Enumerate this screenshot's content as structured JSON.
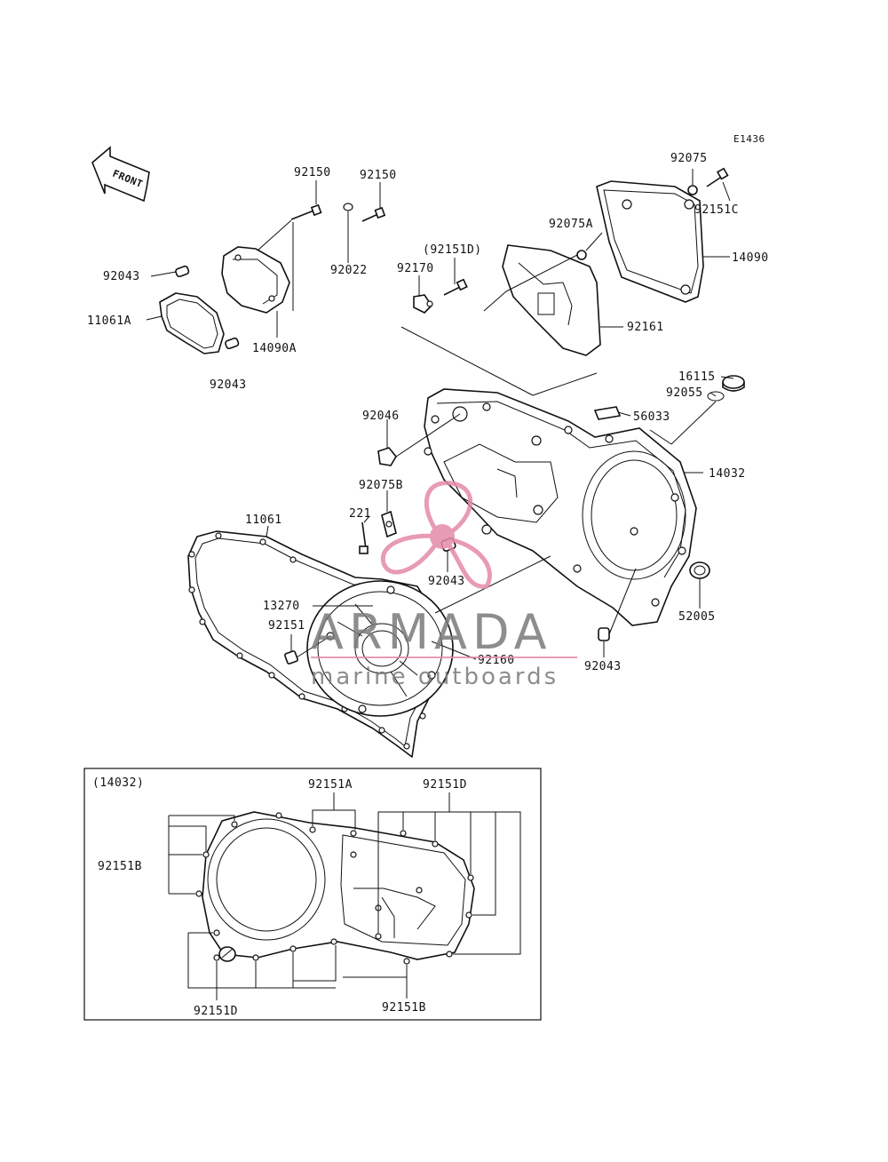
{
  "diagram_code": "E1436",
  "front_label": "FRONT",
  "inset_title": "(14032)",
  "watermark": {
    "brand": "ARMADA",
    "tagline": "marine outboards",
    "brand_color": "#7a7a7a",
    "accent_color": "#e58aa8"
  },
  "labels": {
    "p92150_left": "92150",
    "p92150_right": "92150",
    "p92022": "92022",
    "p92043_top": "92043",
    "p11061A": "11061A",
    "p14090A": "14090A",
    "p92043_bottom_left": "92043",
    "p92151D_paren": "(92151D)",
    "p92170": "92170",
    "p92075": "92075",
    "p92151C": "92151C",
    "p92075A": "92075A",
    "p14090": "14090",
    "p92161": "92161",
    "p16115": "16115",
    "p92055": "92055",
    "p56033": "56033",
    "p92046": "92046",
    "p14032": "14032",
    "p92075B": "92075B",
    "p221": "221",
    "p11061": "11061",
    "p92043_center": "92043",
    "p52005": "52005",
    "p13270": "13270",
    "p92151": "92151",
    "p92160": "92160",
    "p92043_right": "92043"
  },
  "inset_labels": {
    "p92151A": "92151A",
    "p92151D_top": "92151D",
    "p92151B_left": "92151B",
    "p92151D_bottom": "92151D",
    "p92151B_bottom": "92151B"
  }
}
